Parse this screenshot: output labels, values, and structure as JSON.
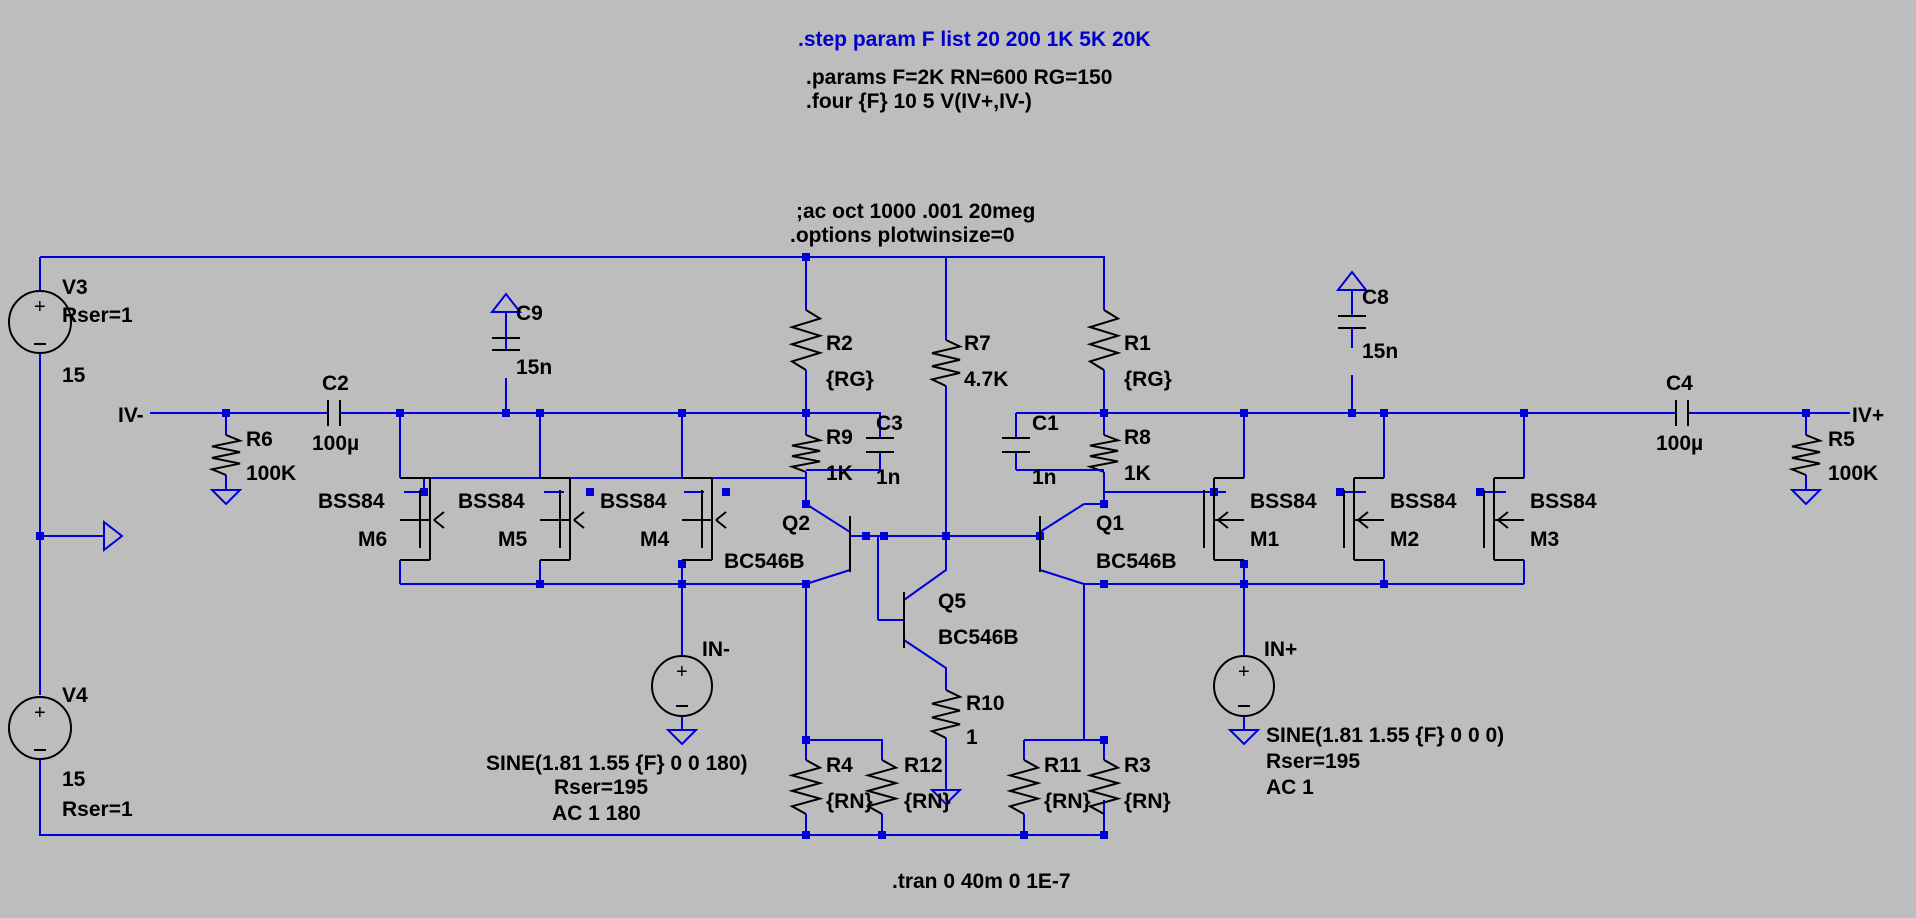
{
  "directives": {
    "step": ".step param F list 20 200 1K 5K 20K",
    "params": ".params F=2K RN=600 RG=150",
    "four": ".four {F} 10 5 V(IV+,IV-)",
    "ac": ";ac oct 1000 .001 20meg",
    "options": ".options plotwinsize=0",
    "tran": ".tran 0 40m 0 1E-7"
  },
  "supplies": {
    "v3": {
      "name": "V3",
      "param": "Rser=1",
      "value": "15"
    },
    "v4": {
      "name": "V4",
      "value": "15",
      "param": "Rser=1"
    }
  },
  "nets": {
    "ivm": "IV-",
    "ivp": "IV+",
    "inm": "IN-",
    "inp": "IN+"
  },
  "resistors": {
    "r1": {
      "name": "R1",
      "value": "{RG}"
    },
    "r2": {
      "name": "R2",
      "value": "{RG}"
    },
    "r3": {
      "name": "R3",
      "value": "{RN}"
    },
    "r4": {
      "name": "R4",
      "value": "{RN}"
    },
    "r5": {
      "name": "R5",
      "value": "100K"
    },
    "r6": {
      "name": "R6",
      "value": "100K"
    },
    "r7": {
      "name": "R7",
      "value": "4.7K"
    },
    "r8": {
      "name": "R8",
      "value": "1K"
    },
    "r9": {
      "name": "R9",
      "value": "1K"
    },
    "r10": {
      "name": "R10",
      "value": "1"
    },
    "r11": {
      "name": "R11",
      "value": "{RN}"
    },
    "r12": {
      "name": "R12",
      "value": "{RN}"
    }
  },
  "capacitors": {
    "c1": {
      "name": "C1",
      "value": "1n"
    },
    "c2": {
      "name": "C2",
      "value": "100µ"
    },
    "c3": {
      "name": "C3",
      "value": "1n"
    },
    "c4": {
      "name": "C4",
      "value": "100µ"
    },
    "c8": {
      "name": "C8",
      "value": "15n"
    },
    "c9": {
      "name": "C9",
      "value": "15n"
    }
  },
  "transistors": {
    "q1": {
      "name": "Q1",
      "model": "BC546B"
    },
    "q2": {
      "name": "Q2",
      "model": "BC546B"
    },
    "q5": {
      "name": "Q5",
      "model": "BC546B"
    }
  },
  "mosfets": {
    "m1": {
      "name": "M1",
      "model": "BSS84"
    },
    "m2": {
      "name": "M2",
      "model": "BSS84"
    },
    "m3": {
      "name": "M3",
      "model": "BSS84"
    },
    "m4": {
      "name": "M4",
      "model": "BSS84"
    },
    "m5": {
      "name": "M5",
      "model": "BSS84"
    },
    "m6": {
      "name": "M6",
      "model": "BSS84"
    }
  },
  "sources": {
    "inm": {
      "line1": "SINE(1.81 1.55 {F} 0 0 180)",
      "line2": "Rser=195",
      "line3": "AC 1 180"
    },
    "inp": {
      "line1": "SINE(1.81 1.55 {F} 0 0 0)",
      "line2": "Rser=195",
      "line3": "AC 1"
    }
  }
}
